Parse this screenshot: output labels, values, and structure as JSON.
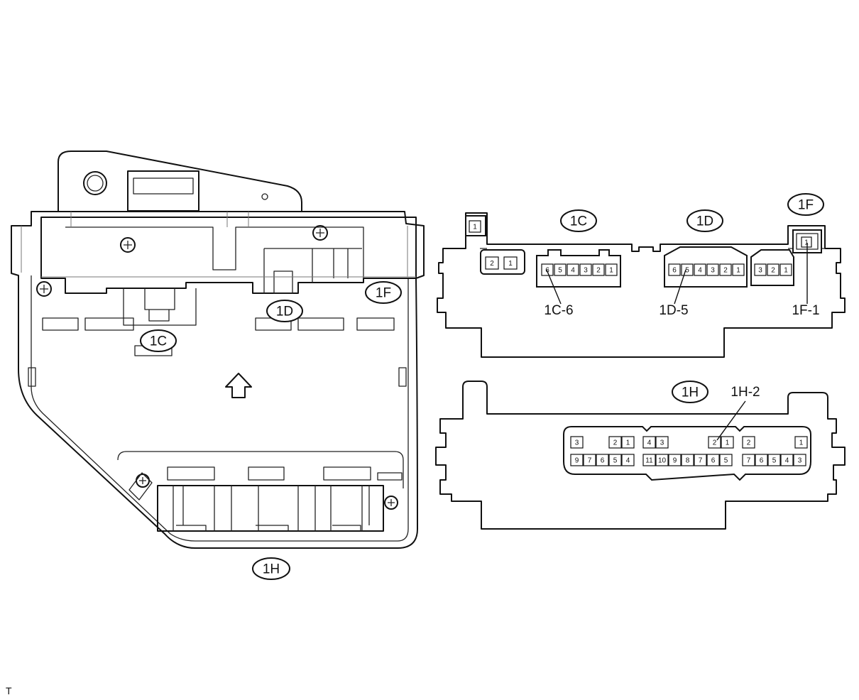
{
  "labels": {
    "bubble_1c_block": "1C",
    "bubble_1d_block": "1D",
    "bubble_1f_block": "1F",
    "bubble_1h_block": "1H",
    "bubble_1c_face": "1C",
    "bubble_1d_face": "1D",
    "bubble_1f_face": "1F",
    "bubble_1h_face": "1H",
    "callout_1c6": "1C-6",
    "callout_1d5": "1D-5",
    "callout_1f1": "1F-1",
    "callout_1h2": "1H-2",
    "corner_code": "T"
  },
  "connectors": {
    "small2": {
      "pins": [
        "2",
        "1"
      ]
    },
    "c1c": {
      "pins": [
        "6",
        "5",
        "4",
        "3",
        "2",
        "1"
      ]
    },
    "c1d": {
      "pins": [
        "6",
        "5",
        "4",
        "3",
        "2",
        "1"
      ]
    },
    "small3": {
      "pins": [
        "3",
        "2",
        "1"
      ]
    },
    "c1f": {
      "pins": [
        "1"
      ]
    },
    "corner": {
      "pins": [
        "1"
      ]
    },
    "h_left": {
      "top": [
        "3",
        "2",
        "1"
      ],
      "bottom": [
        "9",
        "7",
        "6",
        "5",
        "4"
      ]
    },
    "h_mid": {
      "top": [
        "4",
        "3",
        "2",
        "1"
      ],
      "bottom": [
        "11",
        "10",
        "9",
        "8",
        "7",
        "6",
        "5"
      ]
    },
    "h_right": {
      "top": [
        "2",
        "1"
      ],
      "bottom": [
        "7",
        "6",
        "5",
        "4",
        "3"
      ]
    }
  },
  "colors": {
    "line": "#111111",
    "background": "#ffffff"
  }
}
